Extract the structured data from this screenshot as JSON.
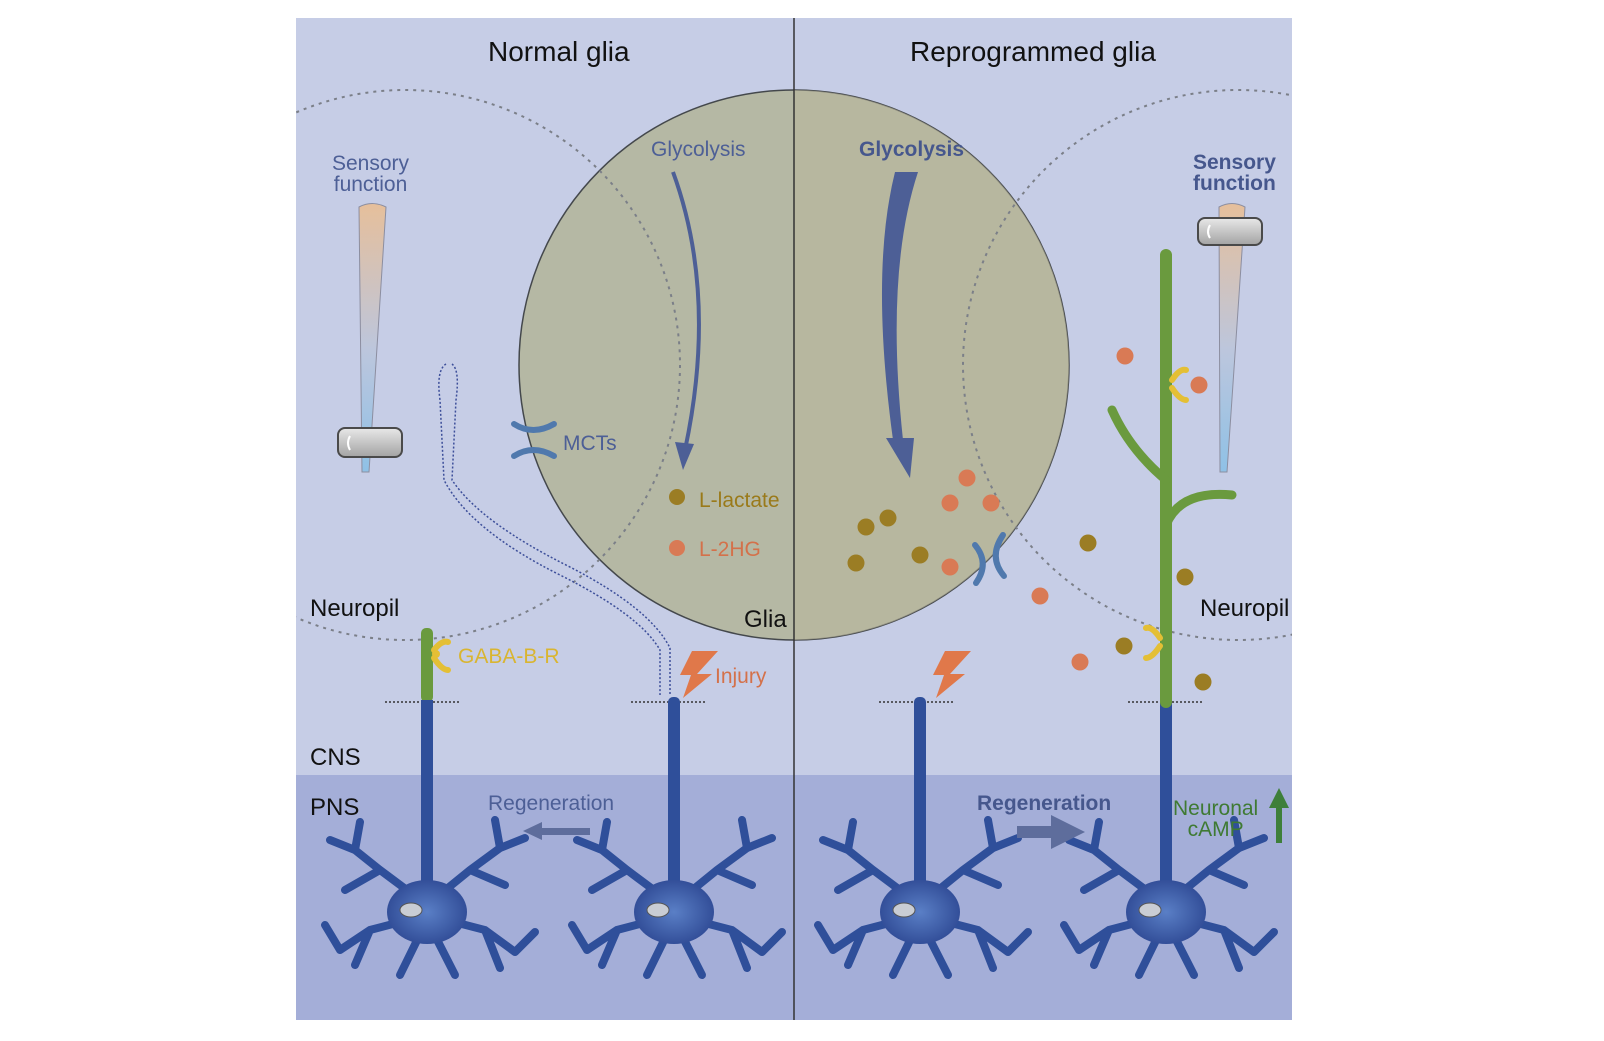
{
  "panels": {
    "left_title": "Normal glia",
    "right_title": "Reprogrammed glia"
  },
  "labels": {
    "glycolysis_left": "Glycolysis",
    "glycolysis_right": "Glycolysis",
    "sensory_left_line1": "Sensory",
    "sensory_left_line2": "function",
    "sensory_right_line1": "Sensory",
    "sensory_right_line2": "function",
    "mcts": "MCTs",
    "l_lactate": "L-lactate",
    "l_2hg": "L-2HG",
    "glia": "Glia",
    "neuropil_left": "Neuropil",
    "neuropil_right": "Neuropil",
    "gaba_b_r": "GABA-B-R",
    "injury": "Injury",
    "cns": "CNS",
    "pns": "PNS",
    "regeneration_left": "Regeneration",
    "regeneration_right": "Regeneration",
    "neuronal_line1": "Neuronal",
    "neuronal_line2": "cAMP"
  },
  "colors": {
    "cns_background": "#c6cde6",
    "pns_background": "#a4aed8",
    "glia_cell": "#b5b8a2",
    "neuron_blue": "#2f4f9a",
    "axon_green": "#6a9a3e",
    "lactate_dot": "#9b7d24",
    "l2hg_dot": "#d97a55",
    "receptor_yellow": "#e4bf35",
    "injury_orange": "#e0784a",
    "mct_blue": "#5079ad",
    "arrow_slate": "#5e6d9c",
    "camp_green": "#3e7f3a"
  }
}
